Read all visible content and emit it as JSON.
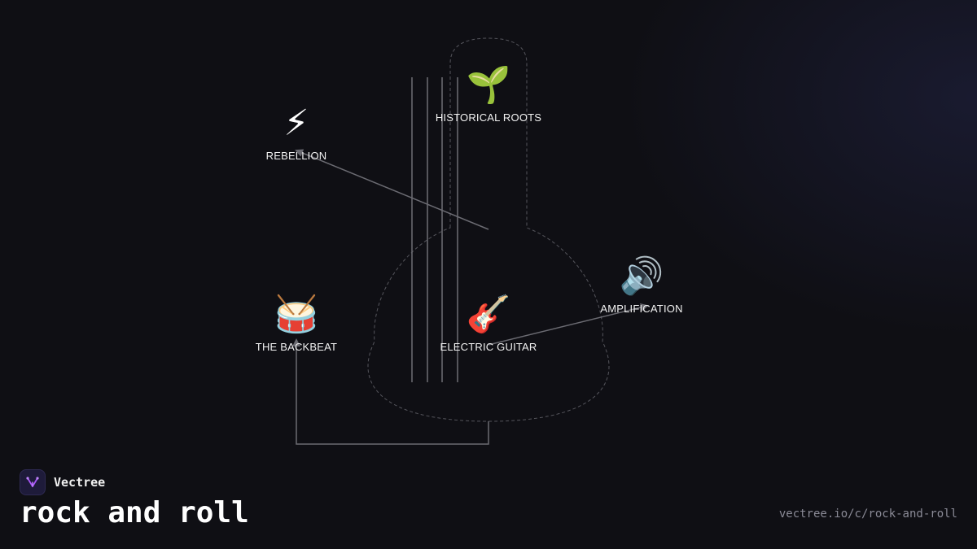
{
  "nodes": [
    {
      "id": "rebellion",
      "icon": "⚡",
      "icon_name": "lightning-icon",
      "label": "REBELLION"
    },
    {
      "id": "historical-roots",
      "icon": "🌱",
      "icon_name": "seedling-icon",
      "label": "HISTORICAL ROOTS"
    },
    {
      "id": "amplification",
      "icon": "🔊",
      "icon_name": "speaker-icon",
      "label": "AMPLIFICATION"
    },
    {
      "id": "the-backbeat",
      "icon": "🥁",
      "icon_name": "drum-icon",
      "label": "THE BACKBEAT"
    },
    {
      "id": "electric-guitar",
      "icon": "🎸",
      "icon_name": "guitar-icon",
      "label": "ELECTRIC GUITAR"
    }
  ],
  "edges": [
    {
      "from": "historical-roots",
      "to": "rebellion"
    },
    {
      "from": "electric-guitar",
      "to": "amplification"
    },
    {
      "from": "electric-guitar",
      "to": "the-backbeat"
    }
  ],
  "brand": {
    "name": "Vectree"
  },
  "title": "rock and roll",
  "url": "vectree.io/c/rock-and-roll",
  "colors": {
    "background": "#0f0f14",
    "edge": "#6b6b72",
    "outline": "#55555c",
    "accent": "#a855f7"
  }
}
